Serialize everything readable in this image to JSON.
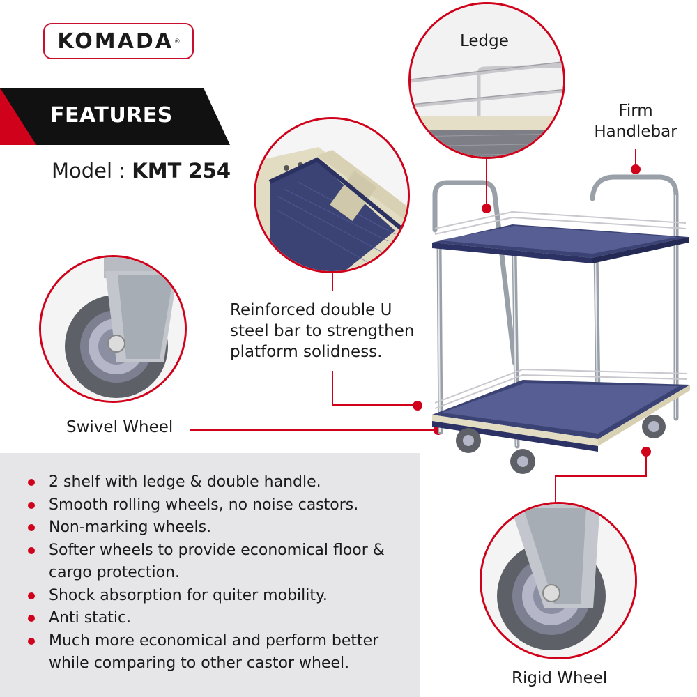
{
  "brand": {
    "name": "KOMADA",
    "reg_mark": "®"
  },
  "banner": {
    "title": "FEATURES"
  },
  "model": {
    "label": "Model : ",
    "value": "KMT 254"
  },
  "callouts": {
    "ledge": "Ledge",
    "handlebar_line1": "Firm",
    "handlebar_line2": "Handlebar",
    "reinforced_line1": "Reinforced double U",
    "reinforced_line2": "steel bar to strengthen",
    "reinforced_line3": "platform solidness.",
    "swivel": "Swivel Wheel",
    "rigid": "Rigid Wheel"
  },
  "features": [
    {
      "line1": "2 shelf with ledge & double handle."
    },
    {
      "line1": "Smooth rolling wheels, no noise castors."
    },
    {
      "line1": "Non-marking wheels."
    },
    {
      "line1": "Softer wheels to provide economical floor &",
      "line2": "cargo protection."
    },
    {
      "line1": "Shock absorption for quiter mobility."
    },
    {
      "line1": "Anti static."
    },
    {
      "line1": "Much more economical and perform better",
      "line2": "while comparing to other castor wheel."
    }
  ],
  "colors": {
    "accent": "#d0021b",
    "panel": "#e6e6e8",
    "platform": "#3b4274",
    "trim": "#e8e3cf"
  }
}
